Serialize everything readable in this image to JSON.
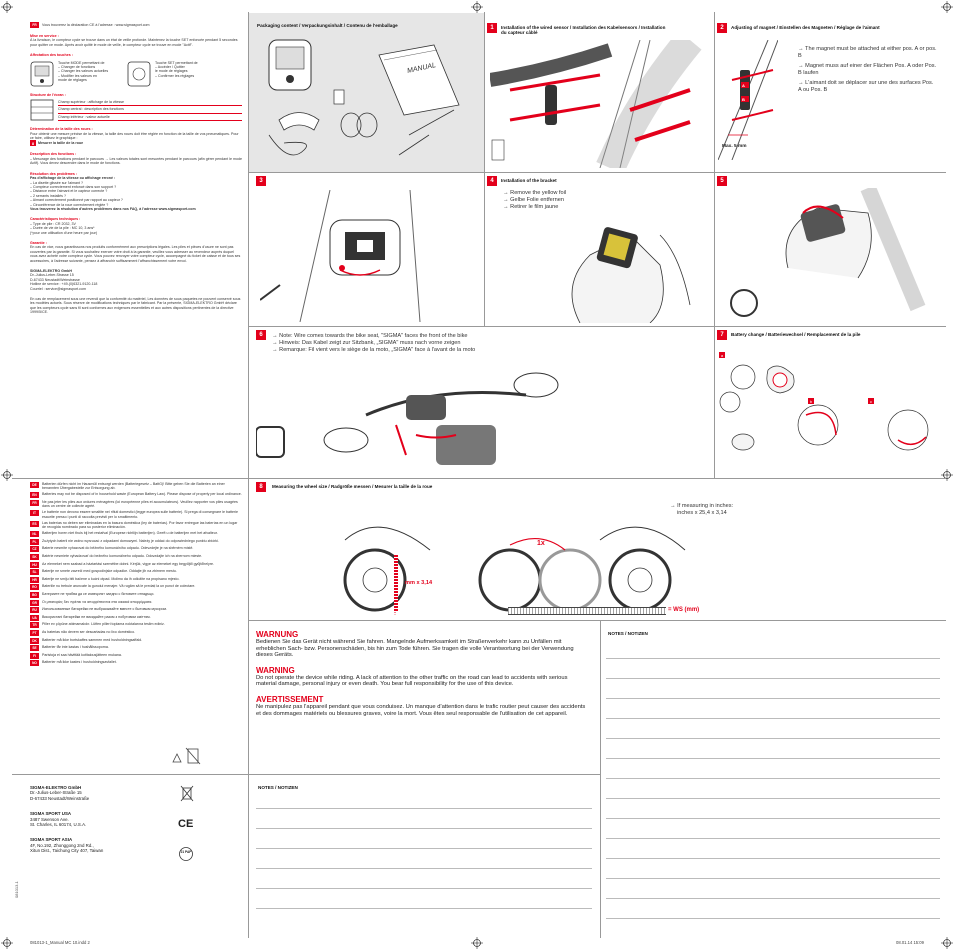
{
  "left": {
    "lang": "FR",
    "intro": "Vous trouverez la déclaration CE à l'adresse : www.sigmasport.com",
    "sec1_title": "Mise en service :",
    "sec1_text": "À la livraison, le compteur cycle se trouve dans un état de veille profonde. Maintenez la touche SET enfoncée pendant 5 secondes pour quitter ce mode. Après avoir quitté le mode de veille, le compteur cycle se trouve en mode \"Actif\".",
    "sec2_title": "Affectation des touches :",
    "key_left": [
      "Touche MODE permettant de",
      "– Changer de fonctions",
      "– Changer les valeurs actuelles",
      "– Modifier les valeurs en",
      "   mode de réglages"
    ],
    "key_right": [
      "Touche SET permettant de",
      "– Accéder / Quitter",
      "   le mode de réglages",
      "– Confirmer les réglages"
    ],
    "sec3_title": "Structure de l'écran :",
    "screen_fields": [
      "Champ supérieur : affichage de la vitesse",
      "Champ central : description des fonctions",
      "Champ inférieur : valeur actuelle"
    ],
    "sec4_title": "Détermination de la taille des roues :",
    "sec4_text": "Pour obtenir une mesure précise de la vitesse, la taille des roues doit être réglée en fonction de la taille de vos pneumatiques. Pour ce faire, utilisez le graphique :",
    "sec4_ref": "Mesurer la taille de la roue",
    "sec4_ref_num": "8",
    "sec5_title": "Description des fonctions :",
    "sec5_text": "– Mesurage des fonctions pendant le parcours → Les valeurs totales sont mesurées pendant le parcours (afin gérer pendant le mode Actif). Vous devez descendre dans le mode de fonctions.",
    "sec6_title": "Résolution des problèmes :",
    "sec6_sub": "Pas d'affichage de la vitesse ou affichage erroné :",
    "sec6_items": [
      "– La disette glissée sur l'aimant ?",
      "– Compteur correctement enfoncé dans son support ?",
      "– Distance entre l'aimant et le capteur correcte ?",
      "– 2 serrants installés ?",
      "– Aimant correctement positionné par rapport au capteur ?",
      "– Circonférence de la roue correctement réglée ?"
    ],
    "sec6_note": "Vous trouverez la résolution d'autres problèmes dans nos FAQ, à l'adresse www.sigmasport.com",
    "sec7_title": "Caractéristiques techniques :",
    "sec7_items": [
      "– Type de pile : CR 2032, 3V",
      "– Durée de vie de la pile : MC 10, 3 ans*",
      "   (*pour une utilisation d'une heure par jour)"
    ],
    "sec8_title": "Garantie :",
    "sec8_text": "En cas de vice, nous garantissons nos produits conformément aux prescriptions légales. Les piles et pièces d'usure ne sont pas couvertes par la garantie. Si vous souhaitez exercer votre droit à la garantie, veuillez vous adresser au revendeur auprès duquel vous avez acheté votre compteur cycle. Vous pouvez renvoyer votre compteur cycle, accompagné du ticket de caisse et de tous ses accessoires, à l'adresse suivante, pensez à affranchir suffisamment l'affranchissement votre envoi.",
    "addr": [
      "SIGMA-ELEKTRO GmbH",
      "Dr.-Julius-Leber-Strasse 15",
      "D-67433 Neustadt/Weinstrasse",
      "Hotline de service : +49-(0)6321-9120-118",
      "Courriel : service@sigmasport.com"
    ],
    "sec9_text": "En cas de remplacement sous une revendi que la conformité du matériel, Les données de sous paquetes ne pouvent conservé sous les modèles actuels. Sous réserve de modifications techniques par le fabricant. Par la présente, SIGMA-ELEKTRO GmbH déclare que les compteurs cycle sans fil sont conformes aux exigences essentielles et aux autres dispositions pertinentes de la directive 1999/5/CE.",
    "battery_lines": [
      {
        "lang": "DE",
        "text": "Batterien dürfen nicht im Hausmüll entsorgt werden (Batteriegesetz – BattG)! Bitte geben Sie die Batterien an einer benannten Übergabestelle zur Entsorgung ab."
      },
      {
        "lang": "EN",
        "text": "Batteries may not be disposed of in household waste (European Battery Law). Please dispose of properly per local ordinance."
      },
      {
        "lang": "FR",
        "text": "Ne pas jeter les piles aux ordures ménagères (loi européenne piles et accumulateurs). Veuillez rapporter vos piles usagées dans un centre de collecte agréé."
      },
      {
        "lang": "IT",
        "text": "Le batterie non devono essere smaltite nei rifiuti domestici (legge europea sulle batterie). Si prega di consegnare le batterie esaurite presso i punti di raccolta previsti per lo smaltimento."
      },
      {
        "lang": "ES",
        "text": "Las baterías no deben ser eliminadas en la basura doméstica (ley de baterías). Por favor entregue las baterías en un lugar de recogida nombrado para su posterior eliminación."
      },
      {
        "lang": "NL",
        "text": "Batterijen horen niet thuis bij het restafval (Europese richtlijn batterijen). Geeft u de batterijen met het afvalteur."
      },
      {
        "lang": "PL",
        "text": "Zużytych baterii nie wolno wyrzucać z odpadami domowymi. Należy je oddać do odpowiedniego punktu zbiórki."
      },
      {
        "lang": "CZ",
        "text": "Baterie nesmíte vyhazovat do běžného komunálního odpadu. Odevzdejte je na sběrném místě."
      },
      {
        "lang": "SK",
        "text": "Batérie nesmiete vyhadzovať do bežného komunálneho odpadu. Odovzdajte ich na zbernom mieste."
      },
      {
        "lang": "HU",
        "text": "Az elemeket nem szabad a háztartási szemétbe dobni. Kérjük, vigye az elemeket egy begyűjtő gyűjtőhelyre."
      },
      {
        "lang": "SL",
        "text": "Baterije ne smete zavreči med gospodinjske odpadke. Oddajte jih na zbirnem mestu."
      },
      {
        "lang": "HR",
        "text": "Baterije ne smiju biti bačene u kućni otpad. Molimo da ih odložite na propisano mjesto."
      },
      {
        "lang": "RO",
        "text": "Bateriile nu trebuie aruncate la gunoiul menajer. Vă rugăm să le predați la un punct de colectare."
      },
      {
        "lang": "BG",
        "text": "Батериите не трябва да се изхвърлят заедно с битовите отпадъци."
      },
      {
        "lang": "GR",
        "text": "Οι μπαταρίες δεν πρέπει να απορρίπτονται στα οικιακά απορρίμματα."
      },
      {
        "lang": "RU",
        "text": "Использованные батарейки не выбрасывайте вместе с бытовым мусором."
      },
      {
        "lang": "UA",
        "text": "Використані батарейки не викидайте разом з побутовим сміттям."
      },
      {
        "lang": "TR",
        "text": "Piller ev çöpüne atılmamalıdır. Lütfen pilleri toplama noktalarına teslim ediniz."
      },
      {
        "lang": "PT",
        "text": "As baterias não devem ser descartadas no lixo doméstico."
      },
      {
        "lang": "DK",
        "text": "Batterier må ikke bortskaffes sammen med husholdningsaffald."
      },
      {
        "lang": "SE",
        "text": "Batterier får inte kastas i hushållssoporna."
      },
      {
        "lang": "FI",
        "text": "Paristoja ei saa hävittää kotitalousjätteen mukana."
      },
      {
        "lang": "NO",
        "text": "Batterier må ikke kastes i husholdningsavfallet."
      }
    ],
    "companies": [
      {
        "name": "SIGMA-ELEKTRO GmbH",
        "lines": [
          "Dr.-Julius-Leber-Straße 15",
          "D-67433 Neustadt/Weinstraße"
        ]
      },
      {
        "name": "SIGMA SPORT USA",
        "lines": [
          "3487 Swenson Ave.",
          "St. Charles, IL 60174, U.S.A."
        ]
      },
      {
        "name": "SIGMA SPORT ASIA",
        "lines": [
          "4F, No.192, Zhonggong 2nd Rd.,",
          "Xitun Dist., Taichung City 407, Taiwan"
        ]
      }
    ],
    "side_code": "081013-1",
    "pap_mark": "21 PAP",
    "ce_mark": "CE"
  },
  "packaging": {
    "title": "Packaging content / Verpackungsinhalt / Contenu de l'emballage",
    "manual_label": "MANUAL"
  },
  "step1": {
    "num": "1",
    "title": "Installation of the wired sensor / Installation des Kabelsensors / Installation du capteur câblé"
  },
  "step2": {
    "num": "2",
    "title": "Adjusting of magnet / Einstellen des Magneten / Réglage de l'aimant",
    "bullets": [
      "The magnet must be attached at either pos. A or pos. B",
      "Magnet muss auf einer der Flächen Pos. A oder Pos. B laufen",
      "L'aimant doit se déplacer sur une des surfaces Pos. A ou Pos. B"
    ],
    "max": "Max. 5 mm",
    "pos_a": "A",
    "pos_b": "B"
  },
  "step3": {
    "num": "3"
  },
  "step4": {
    "num": "4",
    "title": "Installation of the bracket",
    "bullets": [
      "Remove the yellow foil",
      "Gelbe Folie entfernen",
      "Retirer le film jaune"
    ]
  },
  "step5": {
    "num": "5"
  },
  "step6": {
    "num": "6",
    "bullets": [
      "Note: Wire comes towards the bike seat, \"SIGMA\" faces the front of the bike",
      "Hinweis: Das Kabel zeigt zur Sitzbank, „SIGMA\" muss nach vorne zeigen",
      "Remarque: Fil vient vers le siège de la moto, „SIGMA\" face à l'avant de la moto"
    ]
  },
  "step7": {
    "num": "7",
    "title": "Battery change / Batteriewechsel / Remplacement de la pile",
    "labels": [
      "a",
      "b",
      "c"
    ]
  },
  "step8": {
    "num": "8",
    "title": "Measuring the wheel size / Radgröße messen / Mesurer la taille de la roue",
    "mm_label": "mm x 3,14",
    "turn_label": "1x",
    "inch_note": [
      "If measuring in inches:",
      "inches x 25,4 x 3,14"
    ],
    "ws_label": "= WS (mm)"
  },
  "warnings": [
    {
      "title": "WARNUNG",
      "text": "Bedienen Sie das Gerät nicht während Sie fahren. Mangelnde Aufmerksamkeit im Straßenverkehr kann zu Unfällen mit erheblichen Sach- bzw. Personenschäden, bis hin zum Tode führen. Sie tragen die volle Verantwortung bei der Verwendung dieses Geräts."
    },
    {
      "title": "WARNING",
      "text": "Do not operate the device while riding. A lack of attention to the other traffic on the road can lead to accidents with serious material damage, personal injury or even death. You bear full responsibility for the use of this device."
    },
    {
      "title": "AVERTISSEMENT",
      "text": "Ne manipulez pas l'appareil pendant que vous conduisez. Un manque d'attention dans le trafic routier peut causer des accidents et des dommages matériels ou blessures graves, voire la mort. Vous êtes seul responsable de l'utilisation de cet appareil."
    }
  ],
  "notes_title": "NOTES / NOTIZEN",
  "notes_title2": "NOTES / NOTIZEN",
  "footer": {
    "left": "081013-1_Manual MC 10.indd   2",
    "right": "08.01.14   15:09"
  },
  "colors": {
    "accent": "#e3001b",
    "panel_gray": "#e6e6e6"
  }
}
